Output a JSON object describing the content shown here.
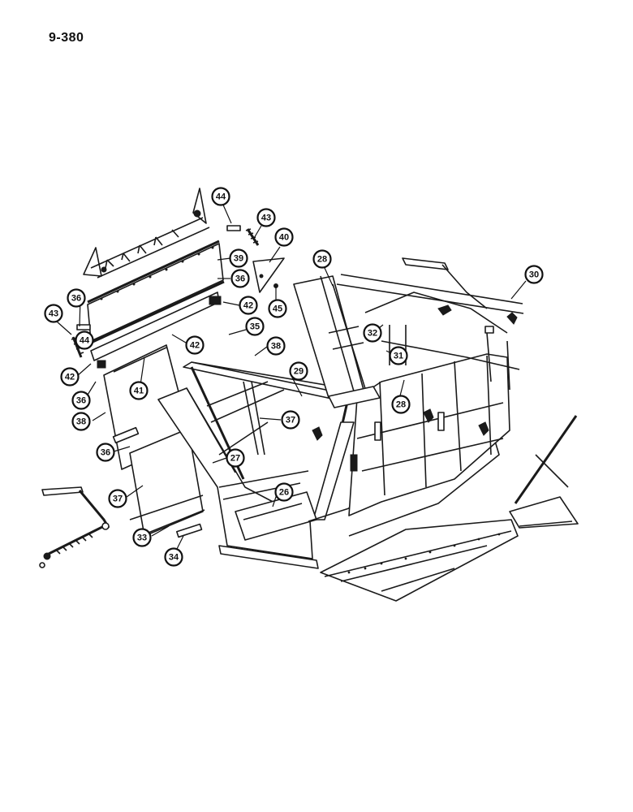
{
  "page": {
    "number": "9-380"
  },
  "callouts": [
    {
      "id": "c44a",
      "label": "44"
    },
    {
      "id": "c43a",
      "label": "43"
    },
    {
      "id": "c40",
      "label": "40"
    },
    {
      "id": "c39",
      "label": "39"
    },
    {
      "id": "c36a",
      "label": "36"
    },
    {
      "id": "c36b",
      "label": "36"
    },
    {
      "id": "c42a",
      "label": "42"
    },
    {
      "id": "c45",
      "label": "45"
    },
    {
      "id": "c28a",
      "label": "28"
    },
    {
      "id": "c30",
      "label": "30"
    },
    {
      "id": "c43b",
      "label": "43"
    },
    {
      "id": "c44b",
      "label": "44"
    },
    {
      "id": "c35",
      "label": "35"
    },
    {
      "id": "c42b",
      "label": "42"
    },
    {
      "id": "c32",
      "label": "32"
    },
    {
      "id": "c31",
      "label": "31"
    },
    {
      "id": "c38a",
      "label": "38"
    },
    {
      "id": "c42c",
      "label": "42"
    },
    {
      "id": "c41",
      "label": "41"
    },
    {
      "id": "c29",
      "label": "29"
    },
    {
      "id": "c36c",
      "label": "36"
    },
    {
      "id": "c38b",
      "label": "38"
    },
    {
      "id": "c28b",
      "label": "28"
    },
    {
      "id": "c37a",
      "label": "37"
    },
    {
      "id": "c36d",
      "label": "36"
    },
    {
      "id": "c27",
      "label": "27"
    },
    {
      "id": "c37b",
      "label": "37"
    },
    {
      "id": "c26",
      "label": "26"
    },
    {
      "id": "c33",
      "label": "33"
    },
    {
      "id": "c34",
      "label": "34"
    }
  ]
}
